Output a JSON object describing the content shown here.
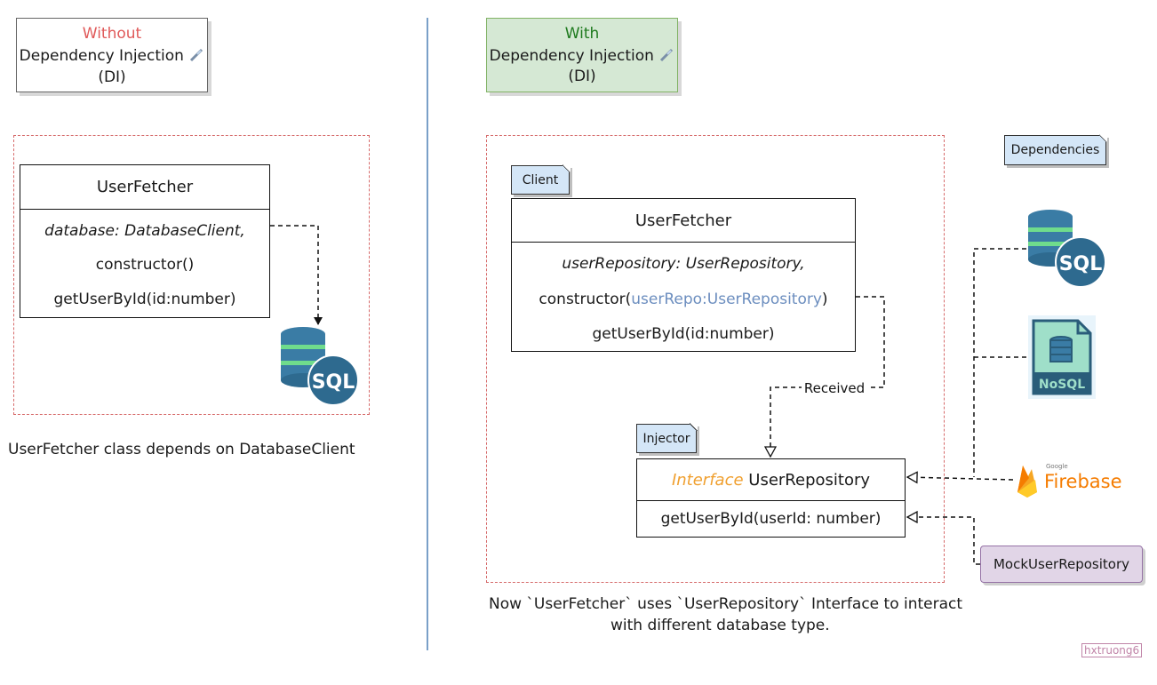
{
  "left": {
    "title": {
      "line1": "Without",
      "line2": "Dependency Injection",
      "line3": "(DI)",
      "accent": "#e05a5a"
    },
    "class_name": "UserFetcher",
    "members": [
      "database: DatabaseClient,",
      "constructor()",
      "getUserById(id:number)"
    ],
    "caption": "UserFetcher class depends on DatabaseClient"
  },
  "right": {
    "title": {
      "line1": "With",
      "line2": "Dependency Injection",
      "line3": "(DI)",
      "accent": "#1e7a1e",
      "bg": "#d5e8d4"
    },
    "client_tag": "Client",
    "client": {
      "class_name": "UserFetcher",
      "field": "userRepository: UserRepository,",
      "ctor_prefix": "constructor(",
      "ctor_param": "userRepo:UserRepository",
      "ctor_suffix": ")",
      "method": "getUserById(id:number)"
    },
    "received_label": "Received",
    "injector_tag": "Injector",
    "interface": {
      "keyword": "Interface",
      "name": "UserRepository",
      "method": "getUserById(userId: number)"
    },
    "dependencies_tag": "Dependencies",
    "deps": {
      "sql": "SQL",
      "nosql": "NoSQL",
      "firebase_small": "Google",
      "firebase": "Firebase",
      "mock": "MockUserRepository"
    },
    "caption_line1": "Now `UserFetcher` uses `UserRepository` Interface to interact",
    "caption_line2": "with different database type."
  },
  "watermark": "hxtruong6",
  "icons": {
    "syringe": "syringe-icon",
    "sql_db": "sql-database-icon",
    "nosql": "nosql-document-icon",
    "firebase": "firebase-flame-icon"
  },
  "colors": {
    "param_blue": "#6c8ebf",
    "interface_orange": "#f0a030",
    "dash_red": "#d66a6a",
    "tag_blue": "#d4e6f7",
    "mock_purple": "#e1d5e7"
  }
}
